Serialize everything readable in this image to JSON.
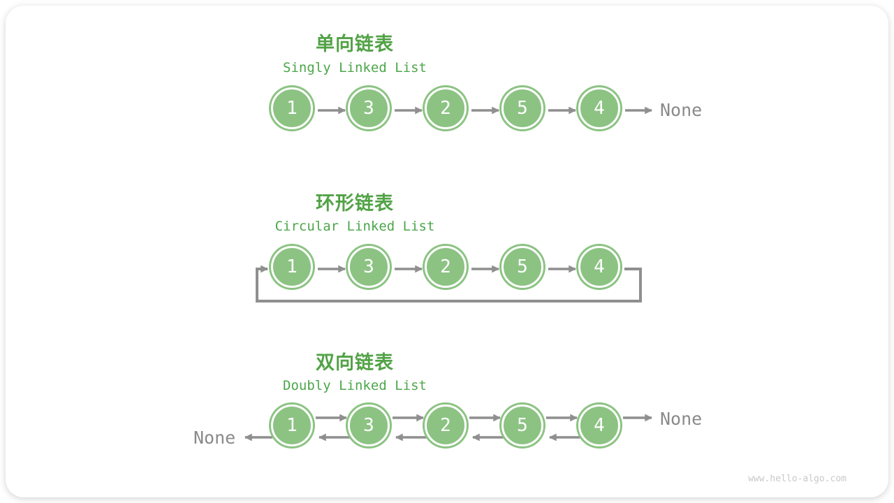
{
  "footer": {
    "site": "www.hello-algo.com"
  },
  "colors": {
    "node_fill": "#8CC383",
    "title_green": "#52A246",
    "subtitle_green": "#4CA64A",
    "arrow_gray": "#8F8F8F",
    "none_gray": "#8A8A8A",
    "footer_gray": "#C9C9C9"
  },
  "sections": [
    {
      "id": "singly",
      "title": "单向链表",
      "subtitle": "Singly Linked List",
      "nodes": [
        "1",
        "3",
        "2",
        "5",
        "4"
      ],
      "tail_label": "None"
    },
    {
      "id": "circular",
      "title": "环形链表",
      "subtitle": "Circular Linked List",
      "nodes": [
        "1",
        "3",
        "2",
        "5",
        "4"
      ]
    },
    {
      "id": "doubly",
      "title": "双向链表",
      "subtitle": "Doubly Linked List",
      "nodes": [
        "1",
        "3",
        "2",
        "5",
        "4"
      ],
      "head_label": "None",
      "tail_label": "None"
    }
  ]
}
